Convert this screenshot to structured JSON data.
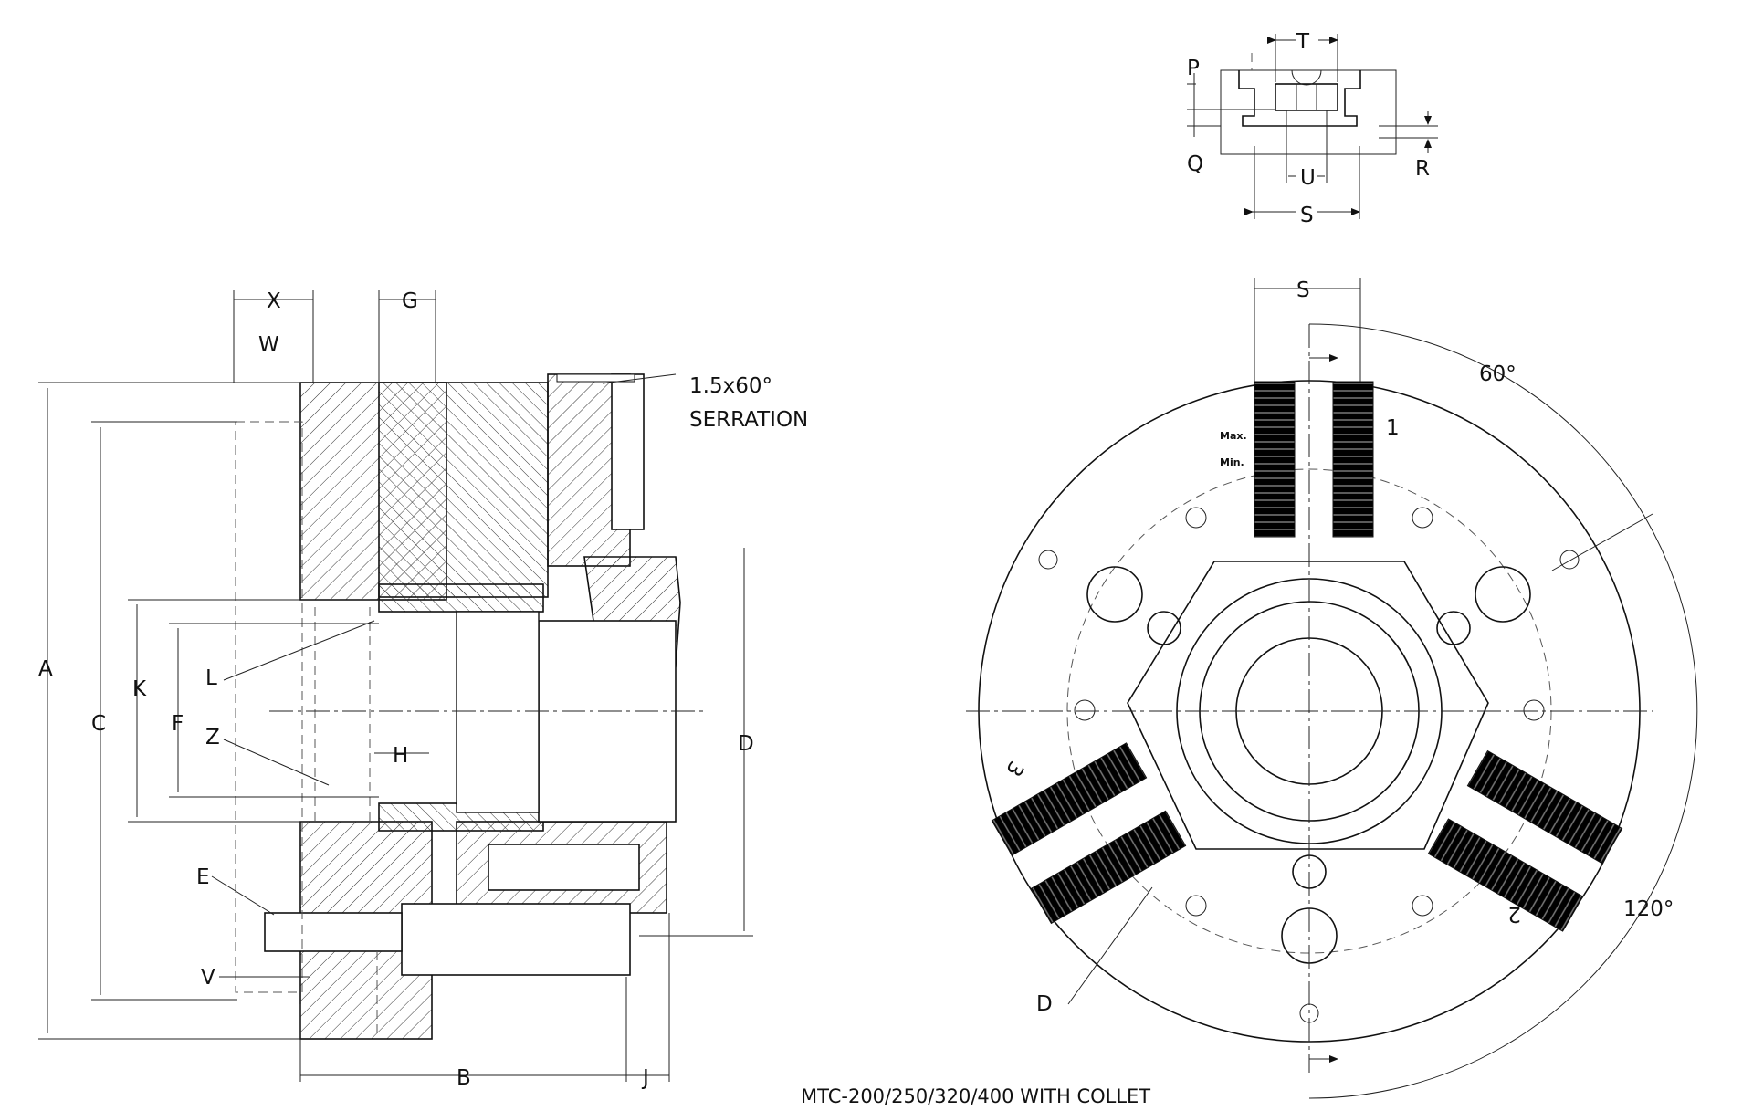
{
  "drawing": {
    "title": "MTC-200/250/320/400 WITH COLLET",
    "serration_note": {
      "line1": "1.5x60°",
      "line2": "SERRATION"
    }
  },
  "section_view": {
    "labels": {
      "A": "A",
      "B": "B",
      "C": "C",
      "D": "D",
      "E": "E",
      "F": "F",
      "G": "G",
      "H": "H",
      "J": "J",
      "K": "K",
      "L": "L",
      "V": "V",
      "W": "W",
      "X": "X",
      "Z": "Z"
    }
  },
  "jaw_detail": {
    "labels": {
      "P": "P",
      "Q": "Q",
      "R": "R",
      "S": "S",
      "T": "T",
      "U": "U"
    }
  },
  "front_view": {
    "labels": {
      "S": "S",
      "D": "D"
    },
    "angles": {
      "a60": "60°",
      "a120": "120°"
    },
    "jaw_numbers": [
      "1",
      "2",
      "3"
    ],
    "jaw_marks": {
      "max": "Max.",
      "min": "Min."
    }
  }
}
